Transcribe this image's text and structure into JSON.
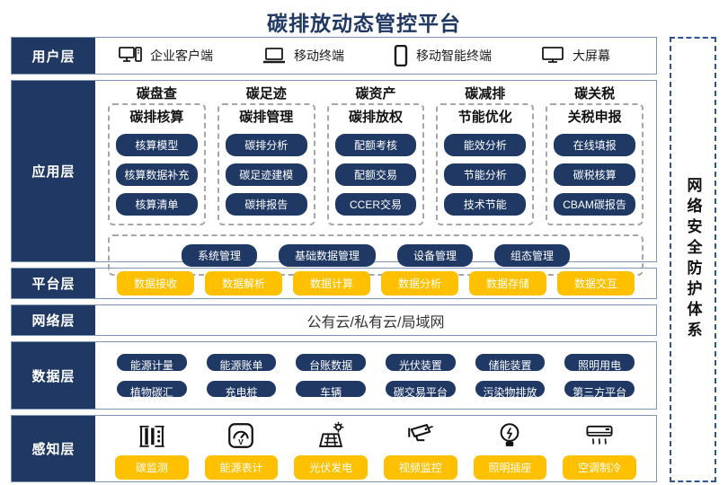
{
  "title": "碳排放动态管控平台",
  "security": {
    "label": "网络安全防护体系"
  },
  "user": {
    "label": "用户层",
    "items": [
      {
        "icon": "desktop-pc-icon",
        "label": "企业客户端"
      },
      {
        "icon": "laptop-icon",
        "label": "移动终端"
      },
      {
        "icon": "smartphone-icon",
        "label": "移动智能终端"
      },
      {
        "icon": "big-screen-icon",
        "label": "大屏幕"
      }
    ]
  },
  "app": {
    "label": "应用层",
    "columns": [
      {
        "title": "碳盘查",
        "subtitle": "碳排核算",
        "buttons": [
          "核算模型",
          "核算数据补充",
          "核算清单"
        ]
      },
      {
        "title": "碳足迹",
        "subtitle": "碳排管理",
        "buttons": [
          "碳排分析",
          "碳足迹建模",
          "碳排报告"
        ]
      },
      {
        "title": "碳资产",
        "subtitle": "碳排放权",
        "buttons": [
          "配额考核",
          "配额交易",
          "CCER交易"
        ]
      },
      {
        "title": "碳减排",
        "subtitle": "节能优化",
        "buttons": [
          "能效分析",
          "节能分析",
          "技术节能"
        ]
      },
      {
        "title": "碳关税",
        "subtitle": "关税申报",
        "buttons": [
          "在线填报",
          "碳税核算",
          "CBAM碳报告"
        ]
      }
    ],
    "bottom_buttons": [
      "系统管理",
      "基础数据管理",
      "设备管理",
      "组态管理"
    ]
  },
  "platform": {
    "label": "平台层",
    "buttons": [
      "数据接收",
      "数据解析",
      "数据计算",
      "数据分析",
      "数据存储",
      "数据交互"
    ]
  },
  "network": {
    "label": "网络层",
    "text": "公有云/私有云/局域网"
  },
  "data_layer": {
    "label": "数据层",
    "row1": [
      "能源计量",
      "能源账单",
      "台账数据",
      "光伏装置",
      "储能装置",
      "照明用电"
    ],
    "row2": [
      "植物碳汇",
      "充电桩",
      "车辆",
      "碳交易平台",
      "污染物排放",
      "第三方平台"
    ]
  },
  "perception": {
    "label": "感知层",
    "items": [
      {
        "icon": "carbon-monitor-icon",
        "label": "碳监测"
      },
      {
        "icon": "energy-meter-icon",
        "label": "能源表计"
      },
      {
        "icon": "solar-power-icon",
        "label": "光伏发电"
      },
      {
        "icon": "cctv-camera-icon",
        "label": "视频监控"
      },
      {
        "icon": "light-socket-icon",
        "label": "照明插座"
      },
      {
        "icon": "air-conditioner-icon",
        "label": "空调制冷"
      }
    ]
  },
  "colors": {
    "navy": "#1F3864",
    "orange": "#FFC000",
    "row_border": "#7E95B7",
    "dashed_gray": "#A6A6A6"
  }
}
